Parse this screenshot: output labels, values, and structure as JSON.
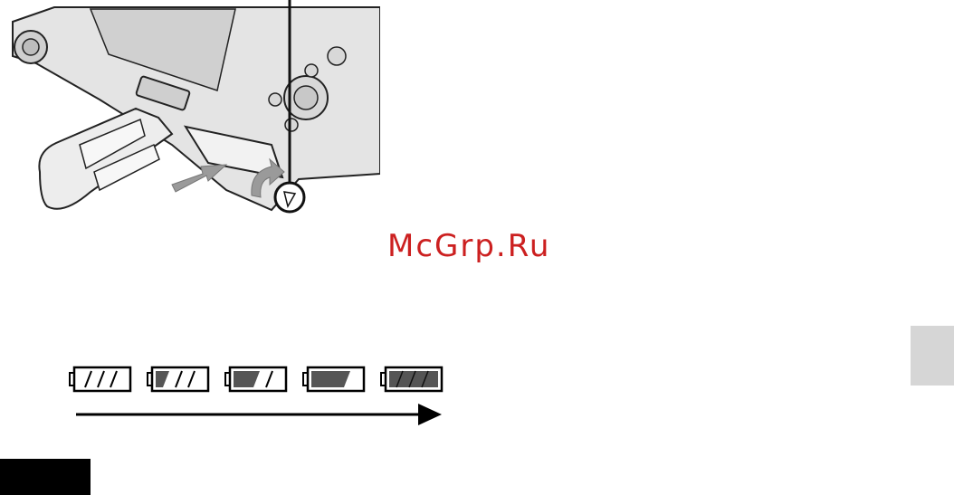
{
  "watermark": {
    "text": "McGrp.Ru",
    "color": "#cc2020"
  },
  "illustration": {
    "subject": "camera-battery-compartment-opened",
    "icons": [
      "battery-door-icon",
      "eject-arrow-icon",
      "lock-lever-rotate-icon",
      "callout-line"
    ]
  },
  "battery_indicator": {
    "levels": [
      {
        "state": "full",
        "filled_bars": 0
      },
      {
        "state": "high",
        "filled_bars": 1
      },
      {
        "state": "medium",
        "filled_bars": 2
      },
      {
        "state": "low",
        "filled_bars": 3
      },
      {
        "state": "empty",
        "filled_bars": 3
      }
    ],
    "bar_color": "#555555",
    "outline_color": "#000000"
  },
  "side_tab": {
    "color": "#d6d6d6"
  },
  "corner_block": {
    "color": "#000000"
  }
}
